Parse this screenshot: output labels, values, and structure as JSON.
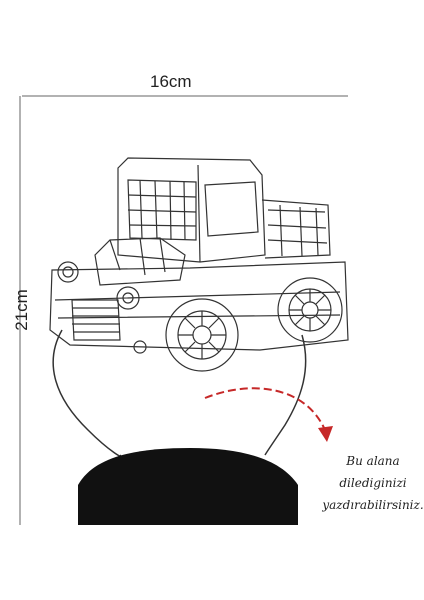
{
  "dimensions": {
    "width_label": "16cm",
    "height_label": "21cm"
  },
  "note": {
    "line1": "Bu alana",
    "line2": "dilediginizi",
    "line3": "yazdırabilirsiniz."
  },
  "colors": {
    "line": "#333333",
    "base": "#111111",
    "arrow": "#c62828"
  },
  "illustration": "3d-lamp-truck"
}
